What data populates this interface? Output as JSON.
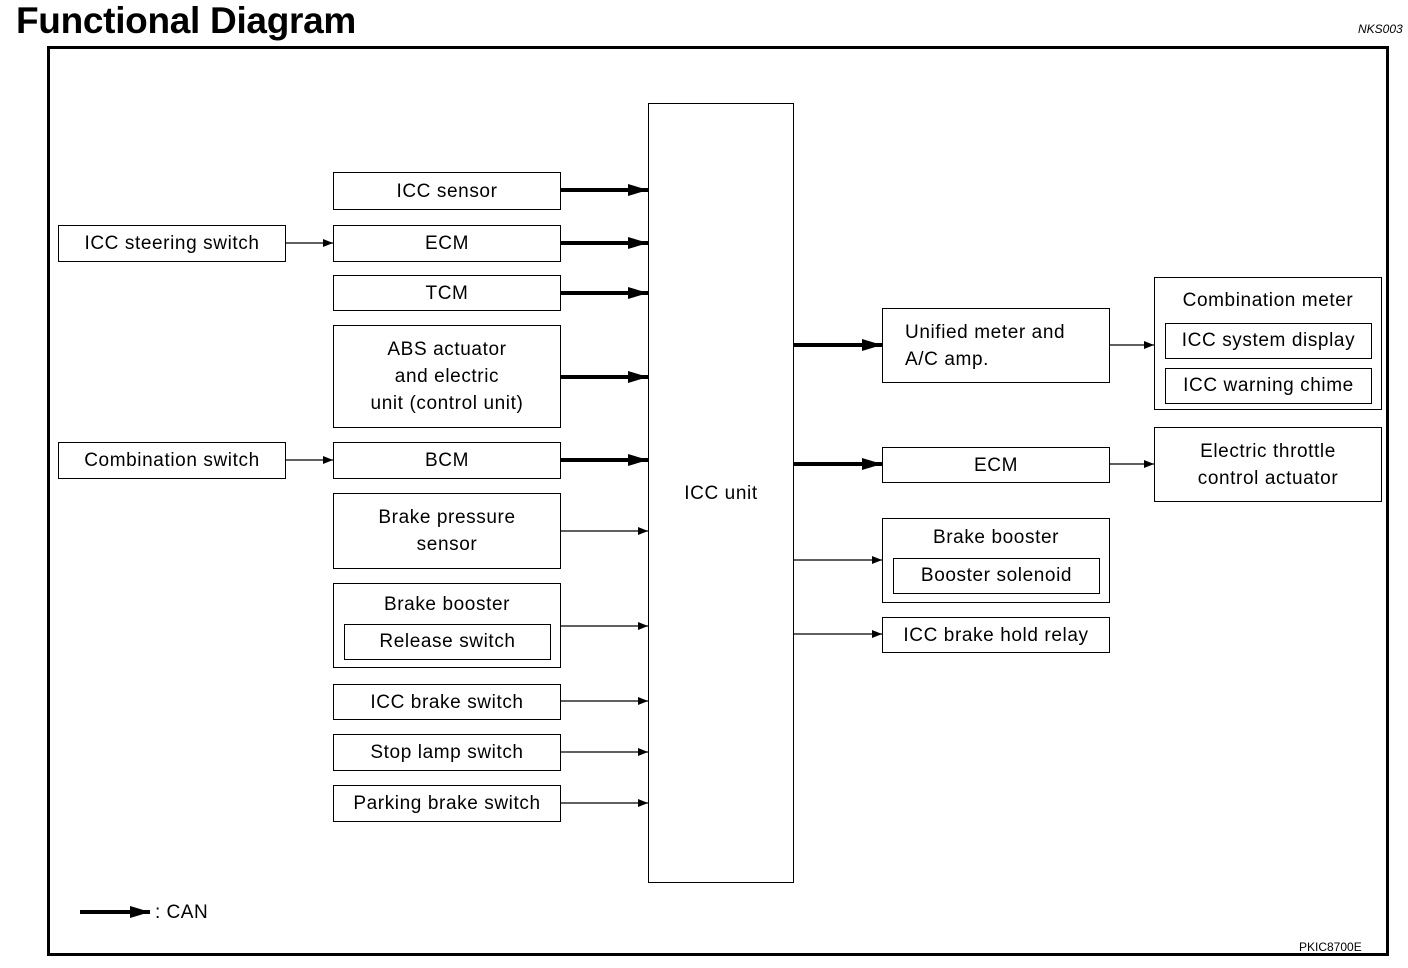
{
  "header": {
    "title": "Functional Diagram",
    "ref_code": "NKS003"
  },
  "diagram": {
    "center_unit": "ICC unit",
    "external_inputs": {
      "icc_steering_switch": "ICC steering switch",
      "combination_switch": "Combination switch"
    },
    "inputs": {
      "icc_sensor": "ICC sensor",
      "ecm": "ECM",
      "tcm": "TCM",
      "abs": "ABS actuator\nand electric\nunit (control unit)",
      "bcm": "BCM",
      "brake_pressure_sensor": "Brake pressure\nsensor",
      "brake_booster": "Brake booster",
      "release_switch": "Release switch",
      "icc_brake_switch": "ICC brake switch",
      "stop_lamp_switch": "Stop lamp switch",
      "parking_brake_switch": "Parking brake switch"
    },
    "outputs": {
      "unified_meter": "Unified meter and\nA/C amp.",
      "ecm": "ECM",
      "brake_booster": "Brake booster",
      "booster_solenoid": "Booster solenoid",
      "icc_brake_hold_relay": "ICC brake hold relay"
    },
    "final_outputs": {
      "combination_meter": "Combination meter",
      "icc_system_display": "ICC system display",
      "icc_warning_chime": "ICC warning chime",
      "electric_throttle": "Electric throttle\ncontrol actuator"
    }
  },
  "legend": {
    "can_label": ": CAN"
  },
  "footer": {
    "figure_code": "PKIC8700E"
  }
}
